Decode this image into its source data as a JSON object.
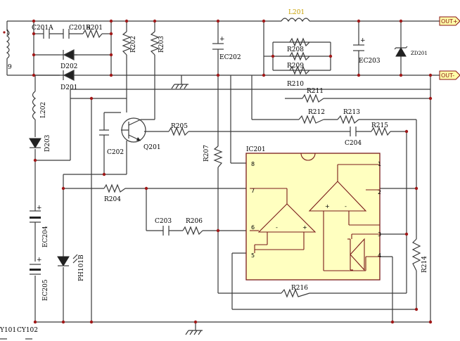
{
  "colors": {
    "wire": "#3a3a3a",
    "ic_fill": "#ffffc0",
    "ic_border": "#7a1a1a",
    "junction": "#a01818",
    "port_fill": "#ffffa8",
    "highlight_label": "#c8a000"
  },
  "labels": {
    "L201": "L201",
    "C201A": "C201A",
    "C201B": "C201B",
    "R201": "R201",
    "D202": "D202",
    "D201": "D201",
    "R202": "R202",
    "R203": "R203",
    "EC202": "EC202",
    "R208": "R208",
    "R209": "R209",
    "R210": "R210",
    "EC203": "EC203",
    "ZD201": "ZD201",
    "R211": "R211",
    "R212": "R212",
    "R213": "R213",
    "R215": "R215",
    "C204": "C204",
    "L202": "L202",
    "D203": "D203",
    "Q201": "Q201",
    "R205": "R205",
    "C202": "C202",
    "R207": "R207",
    "IC201": "IC201",
    "R204": "R204",
    "C203": "C203",
    "R206": "R206",
    "EC204": "EC204",
    "EC205": "EC205",
    "PH101B": "PH101B",
    "R214": "R214",
    "R216": "R216",
    "CY101": "Y101",
    "CY102": "CY102",
    "T1": "1",
    "T9": "9"
  },
  "ports": {
    "out_plus": "OUT+",
    "out_minus": "OUT-"
  },
  "pins": [
    "1",
    "2",
    "3",
    "4",
    "5",
    "6",
    "7",
    "8"
  ],
  "opamp_pins": {
    "minus": "-",
    "plus": "+"
  },
  "polarity": "+"
}
